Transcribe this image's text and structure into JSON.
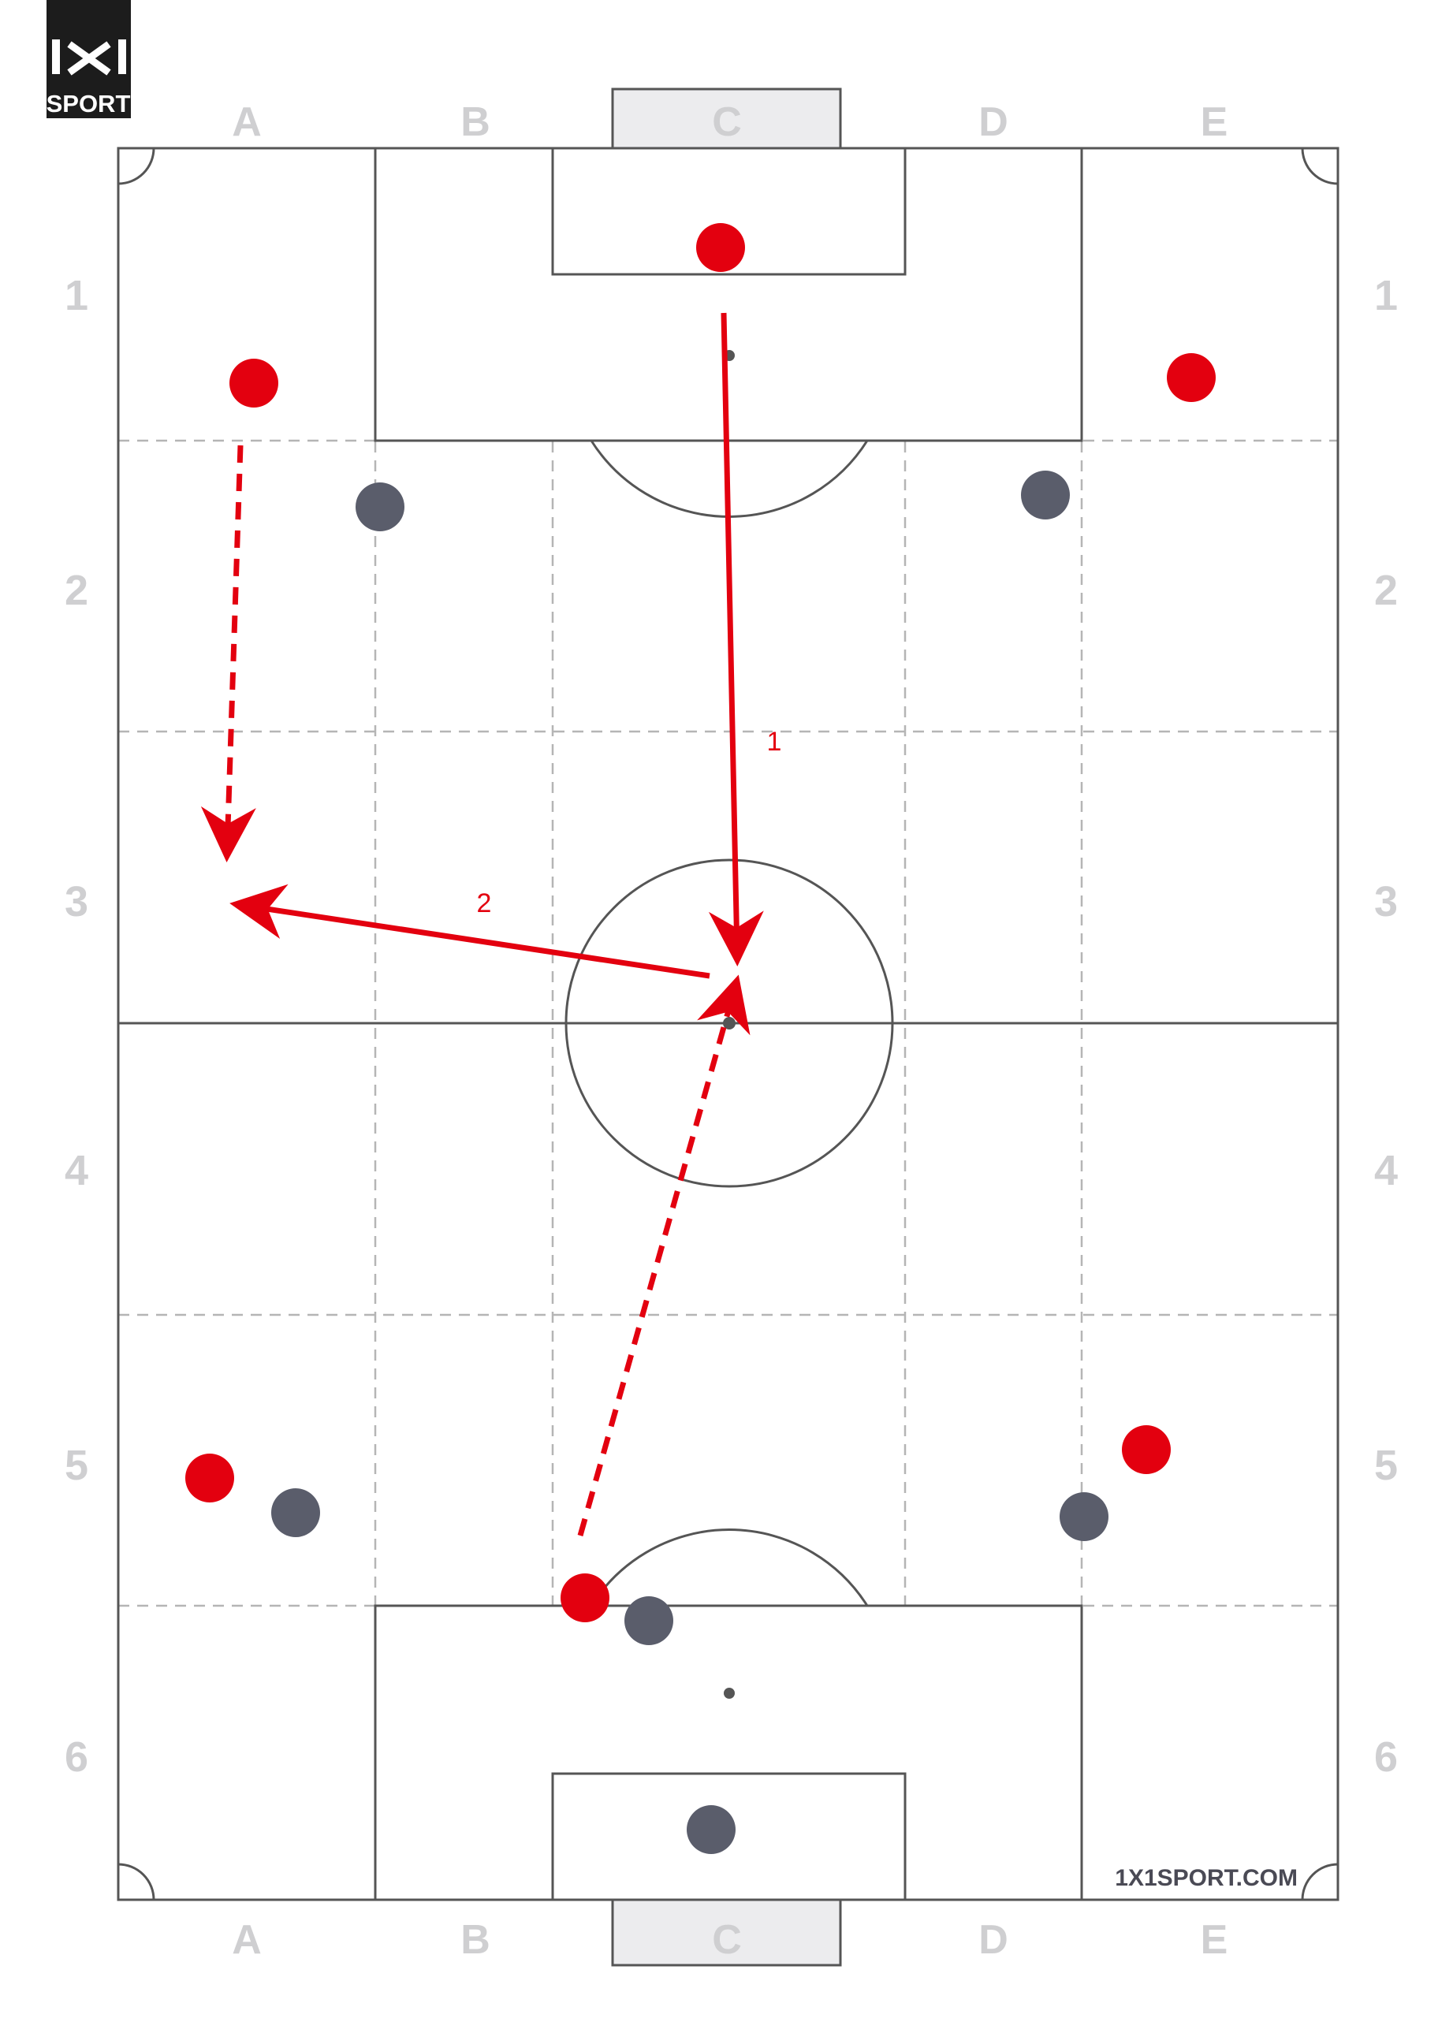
{
  "logo": {
    "mark": "1x1",
    "word": "SPORT"
  },
  "website": "1X1SPORT.COM",
  "columns": [
    "A",
    "B",
    "C",
    "D",
    "E"
  ],
  "rows": [
    "1",
    "2",
    "3",
    "4",
    "5",
    "6"
  ],
  "colors": {
    "attacker": "#e3000f",
    "defender": "#5a5d6b",
    "pitch_line": "#555555",
    "zone_line": "#b5b5b5",
    "label": "#cfcfd1"
  },
  "movement_labels": {
    "pass_1": "1",
    "pass_2": "2"
  },
  "legend_semantics": {
    "solid_arrow": "pass",
    "dashed_arrow": "run"
  }
}
